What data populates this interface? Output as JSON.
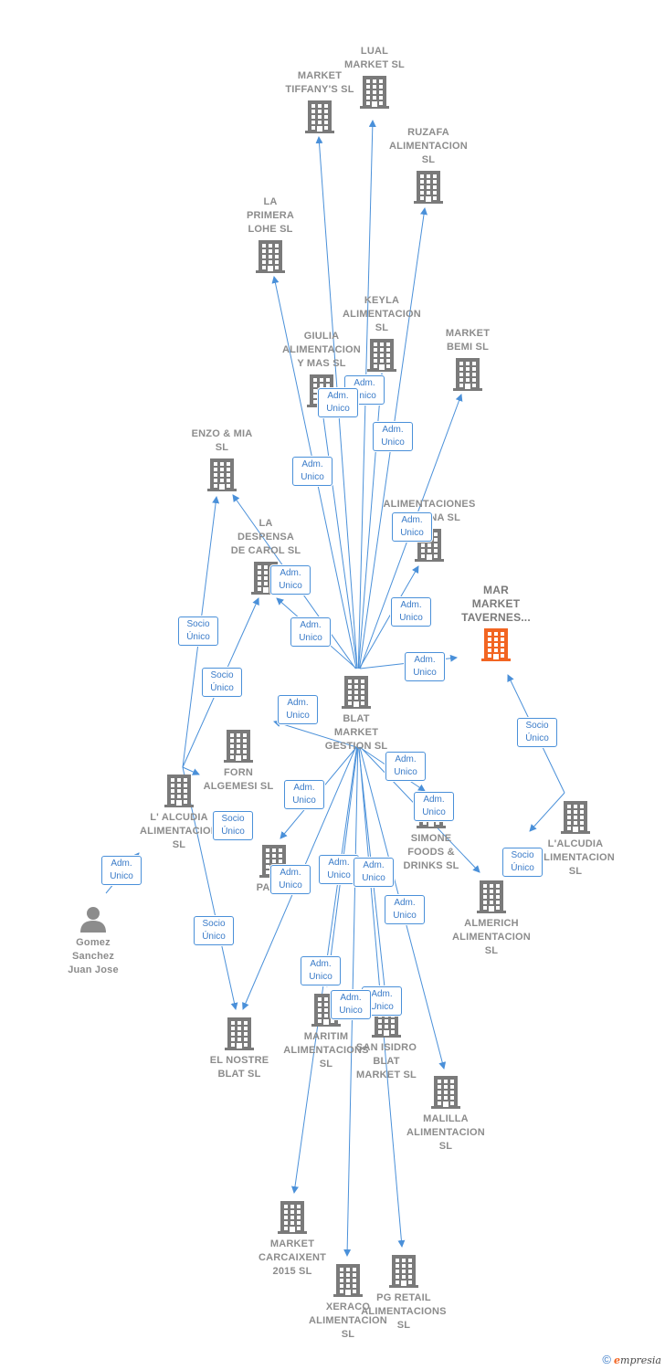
{
  "colors": {
    "edge": "#4a90d9",
    "building": "#7a7a7a",
    "highlight": "#f26522",
    "person": "#8c8c8c",
    "badge_border": "#4a90d9",
    "badge_text": "#3a7bc8"
  },
  "nodes": [
    {
      "id": "lual",
      "label": "LUAL\nMARKET  SL",
      "icon": "building-icon"
    },
    {
      "id": "tiffany",
      "label": "MARKET\nTIFFANY'S  SL",
      "icon": "building-icon"
    },
    {
      "id": "ruzafa",
      "label": "RUZAFA\nALIMENTACION\nSL",
      "icon": "building-icon"
    },
    {
      "id": "primera",
      "label": "LA\nPRIMERA\nLOHE  SL",
      "icon": "building-icon"
    },
    {
      "id": "keyla",
      "label": "KEYLA\nALIMENTACION\nSL",
      "icon": "building-icon"
    },
    {
      "id": "bemi",
      "label": "MARKET\nBEMI  SL",
      "icon": "building-icon"
    },
    {
      "id": "giulia",
      "label": "GIULIA\nALIMENTACION\nY MAS  SL",
      "icon": "building-icon"
    },
    {
      "id": "enzo",
      "label": "ENZO & MIA\nSL",
      "icon": "building-icon"
    },
    {
      "id": "alimentaciones",
      "label": "ALIMENTACIONES\nMAMENA  SL",
      "icon": "building-icon"
    },
    {
      "id": "despensa",
      "label": "LA\nDESPENSA\nDE CAROL  SL",
      "icon": "building-icon"
    },
    {
      "id": "mar",
      "label": "MAR\nMARKET\nTAVERNES...",
      "icon": "building-icon",
      "highlight": true
    },
    {
      "id": "blat",
      "label": "BLAT\nMARKET\nGESTION  SL",
      "icon": "building-icon"
    },
    {
      "id": "forn",
      "label": "FORN\nALGEMESI  SL",
      "icon": "building-icon"
    },
    {
      "id": "alcudia1",
      "label": "L' ALCUDIA\nALIMENTACION\nSL",
      "icon": "building-icon"
    },
    {
      "id": "alcudia2",
      "label": "L'ALCUDIA\nALIMENTACION\nSL",
      "icon": "building-icon"
    },
    {
      "id": "simone",
      "label": "SIMONE\nFOODS &\nDRINKS  SL",
      "icon": "building-icon"
    },
    {
      "id": "panlo",
      "label": "PANLO",
      "icon": "building-icon"
    },
    {
      "id": "almerich",
      "label": "ALMERICH\nALIMENTACION\nSL",
      "icon": "building-icon"
    },
    {
      "id": "gomez",
      "label": "Gomez\nSanchez\nJuan Jose",
      "icon": "person-icon"
    },
    {
      "id": "nostre",
      "label": "EL NOSTRE\nBLAT  SL",
      "icon": "building-icon"
    },
    {
      "id": "maritim",
      "label": "MARITIM\nALIMENTACIONS\nSL",
      "icon": "building-icon"
    },
    {
      "id": "sanisidro",
      "label": "SAN ISIDRO\nBLAT\nMARKET  SL",
      "icon": "building-icon"
    },
    {
      "id": "malilla",
      "label": "MALILLA\nALIMENTACION\nSL",
      "icon": "building-icon"
    },
    {
      "id": "carcaixent",
      "label": "MARKET\nCARCAIXENT\n2015  SL",
      "icon": "building-icon"
    },
    {
      "id": "pgretail",
      "label": "PG RETAIL\nALIMENTACIONS\nSL",
      "icon": "building-icon"
    },
    {
      "id": "xeraco",
      "label": "XERACO\nALIMENTACION\nSL",
      "icon": "building-icon"
    }
  ],
  "edges": [
    {
      "from": "blat",
      "to": "lual",
      "label": "Adm.\nUnico"
    },
    {
      "from": "blat",
      "to": "tiffany",
      "label": "Adm.\nUnico"
    },
    {
      "from": "blat",
      "to": "ruzafa",
      "label": "Adm.\nUnico"
    },
    {
      "from": "blat",
      "to": "primera",
      "label": "Adm.\nUnico"
    },
    {
      "from": "blat",
      "to": "keyla",
      "label": "Adm.\nUnico"
    },
    {
      "from": "blat",
      "to": "bemi",
      "label": "Adm.\nUnico"
    },
    {
      "from": "blat",
      "to": "giulia",
      "label": "Adm.\nUnico"
    },
    {
      "from": "blat",
      "to": "alimentaciones",
      "label": "Adm.\nUnico"
    },
    {
      "from": "blat",
      "to": "despensa",
      "label": "Adm.\nUnico"
    },
    {
      "from": "blat",
      "to": "enzo",
      "label": "Adm.\nUnico"
    },
    {
      "from": "blat",
      "to": "mar",
      "label": "Adm.\nUnico"
    },
    {
      "from": "blat",
      "to": "forn",
      "label": "Adm.\nUnico"
    },
    {
      "from": "blat",
      "to": "simone",
      "label": "Adm.\nUnico"
    },
    {
      "from": "blat",
      "to": "almerich",
      "label": "Adm.\nUnico"
    },
    {
      "from": "blat",
      "to": "panlo",
      "label": "Adm.\nUnico"
    },
    {
      "from": "blat",
      "to": "nostre",
      "label": "Adm.\nUnico"
    },
    {
      "from": "blat",
      "to": "maritim",
      "label": "Adm.\nUnico"
    },
    {
      "from": "blat",
      "to": "sanisidro",
      "label": "Adm.\nUnico"
    },
    {
      "from": "blat",
      "to": "malilla",
      "label": "Adm.\nUnico"
    },
    {
      "from": "blat",
      "to": "carcaixent",
      "label": "Adm.\nUnico"
    },
    {
      "from": "blat",
      "to": "xeraco",
      "label": "Adm.\nUnico"
    },
    {
      "from": "blat",
      "to": "pgretail",
      "label": "Adm.\nUnico"
    },
    {
      "from": "alcudia1",
      "to": "enzo",
      "label": "Socio\nÚnico"
    },
    {
      "from": "alcudia1",
      "to": "despensa",
      "label": "Socio\nÚnico"
    },
    {
      "from": "alcudia1",
      "to": "nostre",
      "label": "Socio\nÚnico"
    },
    {
      "from": "alcudia1",
      "to": "forn",
      "label": "Socio\nÚnico"
    },
    {
      "from": "alcudia2",
      "to": "mar",
      "label": "Socio\nÚnico"
    },
    {
      "from": "alcudia2",
      "to": "almerich",
      "label": "Socio\nÚnico"
    },
    {
      "from": "gomez",
      "to": "alcudia1",
      "label": "Adm.\nUnico"
    }
  ],
  "footer": {
    "copyright": "©",
    "brand_e": "e",
    "brand_rest": "mpresia"
  }
}
